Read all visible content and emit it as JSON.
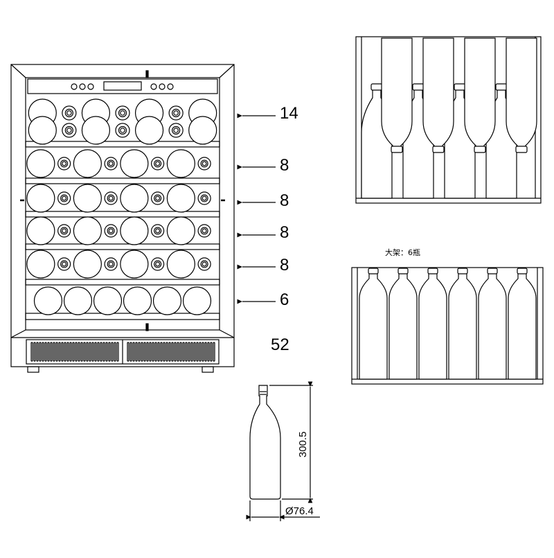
{
  "shelf_counts": [
    {
      "label": "14",
      "bottles": 14
    },
    {
      "label": "8",
      "bottles": 8
    },
    {
      "label": "8",
      "bottles": 8
    },
    {
      "label": "8",
      "bottles": 8
    },
    {
      "label": "8",
      "bottles": 8
    },
    {
      "label": "6",
      "bottles": 6
    }
  ],
  "total_label": "52",
  "top_shelf_side_view": {
    "bottles_up": 4,
    "bottles_down": 4
  },
  "large_shelf": {
    "caption": "大架：6瓶",
    "bottles": 6
  },
  "bottle": {
    "height_label": "300.5",
    "diameter_label": "Ø76.4"
  },
  "colors": {
    "line": "#000000",
    "background": "#ffffff"
  }
}
